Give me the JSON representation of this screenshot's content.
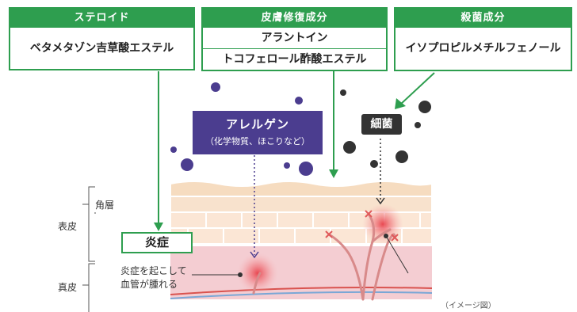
{
  "boxes": {
    "steroid": {
      "header": "ステロイド",
      "items": [
        "ベタメタゾン吉草酸エステル"
      ]
    },
    "skin_repair": {
      "header": "皮膚修復成分",
      "items": [
        "アラントイン",
        "トコフェロール酢酸エステル"
      ]
    },
    "antibacterial": {
      "header": "殺菌成分",
      "items": [
        "イソプロピルメチルフェノール"
      ]
    }
  },
  "allergen": {
    "title": "アレルゲン",
    "subtitle": "（化学物質、ほこりなど）"
  },
  "bacteria_label": "細菌",
  "inflammation_label": "炎症",
  "inflammation_desc": [
    "炎症を起こして",
    "血管が腫れる"
  ],
  "layers": {
    "stratum_corneum": "角層",
    "epidermis": "表皮",
    "dermis": "真皮"
  },
  "note": "（イメージ図）",
  "colors": {
    "green": "#2e9e4f",
    "purple": "#4b3d8f",
    "dark": "#333333",
    "inflamed": "#e8404a"
  }
}
